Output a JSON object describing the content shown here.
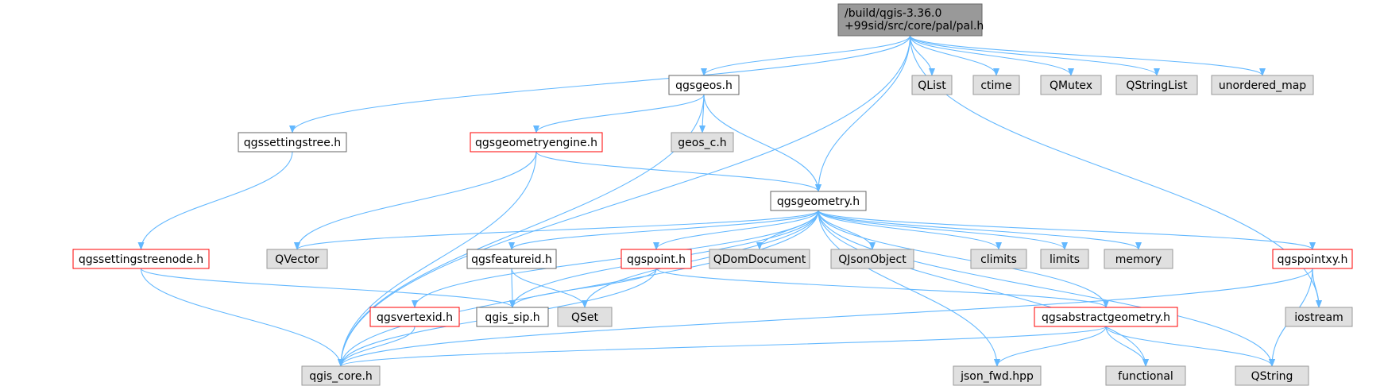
{
  "colors": {
    "edge": "#63b8ff",
    "root_fill": "#999999",
    "root_stroke": "#666666",
    "file_fill": "#ffffff",
    "file_stroke": "#666666",
    "undocumented_stroke": "#ff0000",
    "system_fill": "#e0e0e0",
    "system_stroke": "#999999"
  },
  "nodes": {
    "root": {
      "lines": [
        "/build/qgis-3.36.0",
        "+99sid/src/core/pal/pal.h"
      ],
      "kind": "root"
    },
    "qgsgeos": {
      "lines": [
        "qgsgeos.h"
      ],
      "kind": "file"
    },
    "qlist": {
      "lines": [
        "QList"
      ],
      "kind": "system"
    },
    "ctime": {
      "lines": [
        "ctime"
      ],
      "kind": "system"
    },
    "qmutex": {
      "lines": [
        "QMutex"
      ],
      "kind": "system"
    },
    "qstringlist": {
      "lines": [
        "QStringList"
      ],
      "kind": "system"
    },
    "unordered_map": {
      "lines": [
        "unordered_map"
      ],
      "kind": "system"
    },
    "qgssettingstree": {
      "lines": [
        "qgssettingstree.h"
      ],
      "kind": "file"
    },
    "qgsgeometryengine": {
      "lines": [
        "qgsgeometryengine.h"
      ],
      "kind": "undocumented"
    },
    "geos_c": {
      "lines": [
        "geos_c.h"
      ],
      "kind": "system"
    },
    "qgsgeometry": {
      "lines": [
        "qgsgeometry.h"
      ],
      "kind": "file"
    },
    "qgssettingstreenode": {
      "lines": [
        "qgssettingstreenode.h"
      ],
      "kind": "undocumented"
    },
    "qvector": {
      "lines": [
        "QVector"
      ],
      "kind": "system"
    },
    "qgsfeatureid": {
      "lines": [
        "qgsfeatureid.h"
      ],
      "kind": "file"
    },
    "qgspoint": {
      "lines": [
        "qgspoint.h"
      ],
      "kind": "undocumented"
    },
    "qdomdocument": {
      "lines": [
        "QDomDocument"
      ],
      "kind": "system"
    },
    "qjsonobject": {
      "lines": [
        "QJsonObject"
      ],
      "kind": "system"
    },
    "climits": {
      "lines": [
        "climits"
      ],
      "kind": "system"
    },
    "limits": {
      "lines": [
        "limits"
      ],
      "kind": "system"
    },
    "memory": {
      "lines": [
        "memory"
      ],
      "kind": "system"
    },
    "qgspointxy": {
      "lines": [
        "qgspointxy.h"
      ],
      "kind": "undocumented"
    },
    "qgsvertexid": {
      "lines": [
        "qgsvertexid.h"
      ],
      "kind": "undocumented"
    },
    "qgis_sip": {
      "lines": [
        "qgis_sip.h"
      ],
      "kind": "file"
    },
    "qset": {
      "lines": [
        "QSet"
      ],
      "kind": "system"
    },
    "qgsabstractgeometry": {
      "lines": [
        "qgsabstractgeometry.h"
      ],
      "kind": "undocumented"
    },
    "iostream": {
      "lines": [
        "iostream"
      ],
      "kind": "system"
    },
    "qgis_core": {
      "lines": [
        "qgis_core.h"
      ],
      "kind": "system"
    },
    "json_fwd": {
      "lines": [
        "json_fwd.hpp"
      ],
      "kind": "system"
    },
    "functional": {
      "lines": [
        "functional"
      ],
      "kind": "system"
    },
    "qstring": {
      "lines": [
        "QString"
      ],
      "kind": "system"
    }
  },
  "edges": [
    [
      "root",
      "qgis_core"
    ],
    [
      "root",
      "qgsgeos"
    ],
    [
      "root",
      "qgssettingstree"
    ],
    [
      "root",
      "qgsgeometry"
    ],
    [
      "root",
      "qlist"
    ],
    [
      "root",
      "ctime"
    ],
    [
      "root",
      "qmutex"
    ],
    [
      "root",
      "qstringlist"
    ],
    [
      "root",
      "unordered_map"
    ],
    [
      "root",
      "iostream"
    ],
    [
      "qgsgeos",
      "qgis_core"
    ],
    [
      "qgsgeos",
      "qgsgeometryengine"
    ],
    [
      "qgsgeos",
      "geos_c"
    ],
    [
      "qgsgeos",
      "qgsgeometry"
    ],
    [
      "qgssettingstree",
      "qgssettingstreenode"
    ],
    [
      "qgsgeometryengine",
      "qgis_core"
    ],
    [
      "qgsgeometryengine",
      "qvector"
    ],
    [
      "qgsgeometryengine",
      "qgsgeometry"
    ],
    [
      "qgssettingstreenode",
      "qgis_core"
    ],
    [
      "qgssettingstreenode",
      "qgis_sip"
    ],
    [
      "qgsgeometry",
      "qvector"
    ],
    [
      "qgsgeometry",
      "qgis_core"
    ],
    [
      "qgsgeometry",
      "qgsvertexid"
    ],
    [
      "qgsgeometry",
      "qgis_sip"
    ],
    [
      "qgsgeometry",
      "qgsfeatureid"
    ],
    [
      "qgsgeometry",
      "qset"
    ],
    [
      "qgsgeometry",
      "qgspoint"
    ],
    [
      "qgsgeometry",
      "qdomdocument"
    ],
    [
      "qgsgeometry",
      "qjsonobject"
    ],
    [
      "qgsgeometry",
      "json_fwd"
    ],
    [
      "qgsgeometry",
      "climits"
    ],
    [
      "qgsgeometry",
      "limits"
    ],
    [
      "qgsgeometry",
      "memory"
    ],
    [
      "qgsgeometry",
      "qgsabstractgeometry"
    ],
    [
      "qgsgeometry",
      "functional"
    ],
    [
      "qgsgeometry",
      "qgspointxy"
    ],
    [
      "qgsgeometry",
      "qstring"
    ],
    [
      "qgsfeatureid",
      "qgis_sip"
    ],
    [
      "qgsfeatureid",
      "qset"
    ],
    [
      "qgspoint",
      "qgis_core"
    ],
    [
      "qgspoint",
      "qgis_sip"
    ],
    [
      "qgspoint",
      "qgsabstractgeometry"
    ],
    [
      "qgsvertexid",
      "qgis_core"
    ],
    [
      "qgspointxy",
      "qgis_core"
    ],
    [
      "qgspointxy",
      "iostream"
    ],
    [
      "qgspointxy",
      "qstring"
    ],
    [
      "qgsabstractgeometry",
      "qgis_core"
    ],
    [
      "qgsabstractgeometry",
      "json_fwd"
    ],
    [
      "qgsabstractgeometry",
      "functional"
    ],
    [
      "qgsabstractgeometry",
      "qstring"
    ]
  ]
}
